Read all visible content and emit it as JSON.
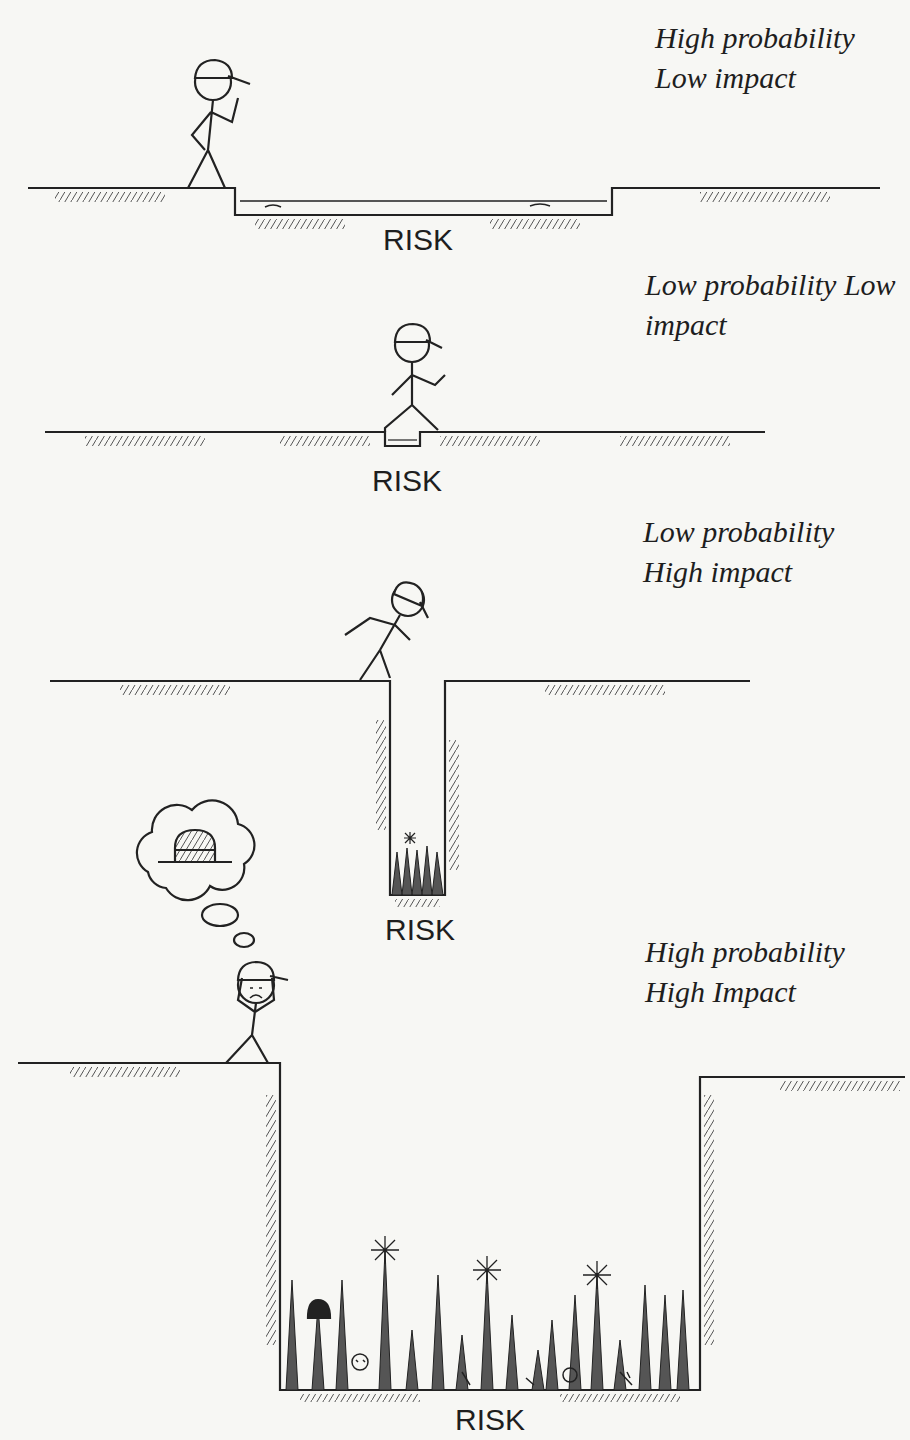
{
  "diagram": {
    "labels": [
      "High probability Low impact",
      "RISK",
      "Low probability Low impact",
      "RISK",
      "Low probability High impact",
      "RISK",
      "High probability High Impact",
      "RISK"
    ]
  }
}
